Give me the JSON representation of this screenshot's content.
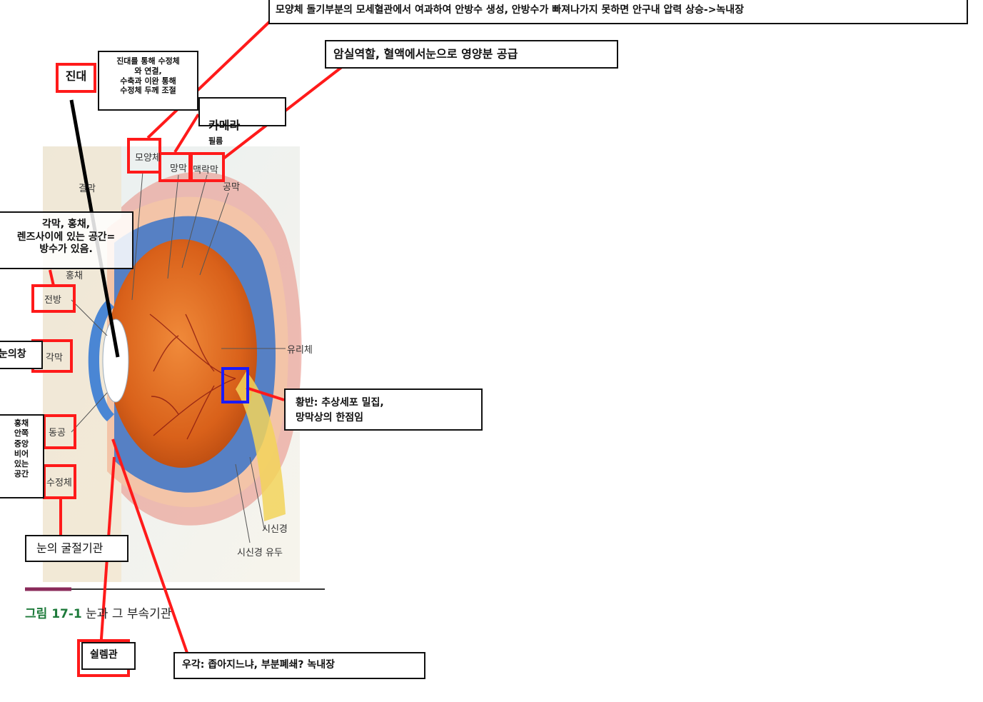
{
  "notes": {
    "aqueous": "모양체 돌기부분의 모세혈관에서 여과하여 안방수 생성, 안방수가 빠져나가지 못하면 안구내 압력 상승->녹내장",
    "choroid": "암실역할, 혈액에서눈으로 영양분 공급",
    "zonule_desc": "진대를 통해 수정체\n와 연결,\n수축과 이완 통해\n수정체 두께 조절",
    "camera": "카메라",
    "camera_small": "필름",
    "zonule": "진대",
    "anterior_chamber_desc": "각막, 홍채,\n렌즈사이에 있는 공간=\n방수가 있음.",
    "window": "눈의창",
    "pupil_desc": "홍채\n안쪽\n중앙\n비어\n있는\n공간",
    "macula": "황반: 추상세포 밀집,\n망막상의 한점임",
    "refraction": "눈의 굴절기관",
    "schlemm": "쉴렘관",
    "angle": "우각: 좁아지느냐, 부분폐쇄? 녹내장"
  },
  "labels": {
    "ciliary": "모양체",
    "retina": "망막",
    "choroid": "맥락막",
    "sclera": "공막",
    "conjunctiva": "결막",
    "iris": "홍채",
    "anterior_chamber": "전방",
    "cornea": "각막",
    "pupil": "동공",
    "lens": "수정체",
    "vitreous": "유리체",
    "optic_nerve": "시신경",
    "optic_disc": "시신경 유두"
  },
  "caption": {
    "number": "그림 17-1",
    "text": "눈과 그 부속기관"
  },
  "colors": {
    "highlight": "#ff1a1a",
    "macula_box": "#1a1aff",
    "eye_orange": "#e06a1e",
    "sclera": "#f3c4a8"
  }
}
